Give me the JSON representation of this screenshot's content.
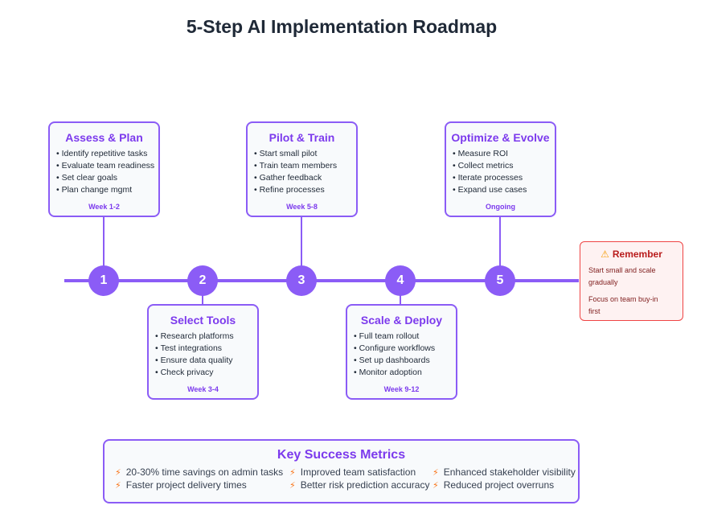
{
  "title": "5-Step AI Implementation Roadmap",
  "steps": [
    {
      "number": "1",
      "title": "Assess & Plan",
      "items": [
        "Identify repetitive tasks",
        "Evaluate team readiness",
        "Set clear goals",
        "Plan change mgmt"
      ],
      "timeframe": "Week 1-2"
    },
    {
      "number": "2",
      "title": "Select Tools",
      "items": [
        "Research platforms",
        "Test integrations",
        "Ensure data quality",
        "Check privacy"
      ],
      "timeframe": "Week 3-4"
    },
    {
      "number": "3",
      "title": "Pilot & Train",
      "items": [
        "Start small pilot",
        "Train team members",
        "Gather feedback",
        "Refine processes"
      ],
      "timeframe": "Week 5-8"
    },
    {
      "number": "4",
      "title": "Scale & Deploy",
      "items": [
        "Full team rollout",
        "Configure workflows",
        "Set up dashboards",
        "Monitor adoption"
      ],
      "timeframe": "Week 9-12"
    },
    {
      "number": "5",
      "title": "Optimize & Evolve",
      "items": [
        "Measure ROI",
        "Collect metrics",
        "Iterate processes",
        "Expand use cases"
      ],
      "timeframe": "Ongoing"
    }
  ],
  "reminder": {
    "icon": "warning-icon",
    "title": "Remember",
    "line1": "Start small and scale gradually",
    "line2": "Focus on team buy-in first"
  },
  "metrics": {
    "title": "Key Success Metrics",
    "icon": "lightning-icon",
    "items": [
      "20-30% time savings on admin tasks",
      "Improved team satisfaction",
      "Enhanced stakeholder visibility",
      "Faster project delivery times",
      "Better risk prediction accuracy",
      "Reduced project overruns"
    ]
  },
  "colors": {
    "accent": "#8b5cf6",
    "accent_text": "#7c3aed",
    "warning_border": "#ef4444",
    "warning_bg": "#fef2f2",
    "bolt": "#f97316"
  }
}
